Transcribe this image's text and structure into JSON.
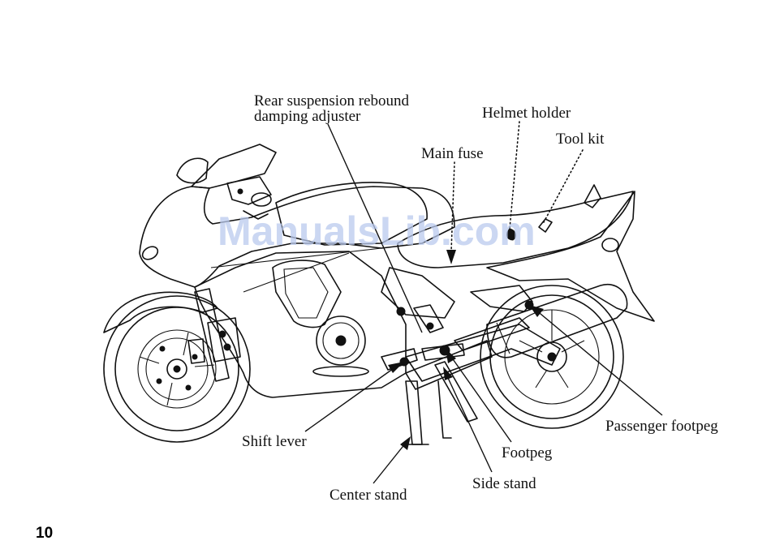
{
  "labels": {
    "rear_suspension_line1": "Rear suspension rebound",
    "rear_suspension_line2": "damping adjuster",
    "helmet_holder": "Helmet holder",
    "tool_kit": "Tool kit",
    "main_fuse": "Main fuse",
    "passenger_footpeg": "Passenger footpeg",
    "shift_lever": "Shift lever",
    "footpeg": "Footpeg",
    "side_stand": "Side stand",
    "center_stand": "Center stand"
  },
  "watermark": "ManualsLib.com",
  "page_number": "10"
}
